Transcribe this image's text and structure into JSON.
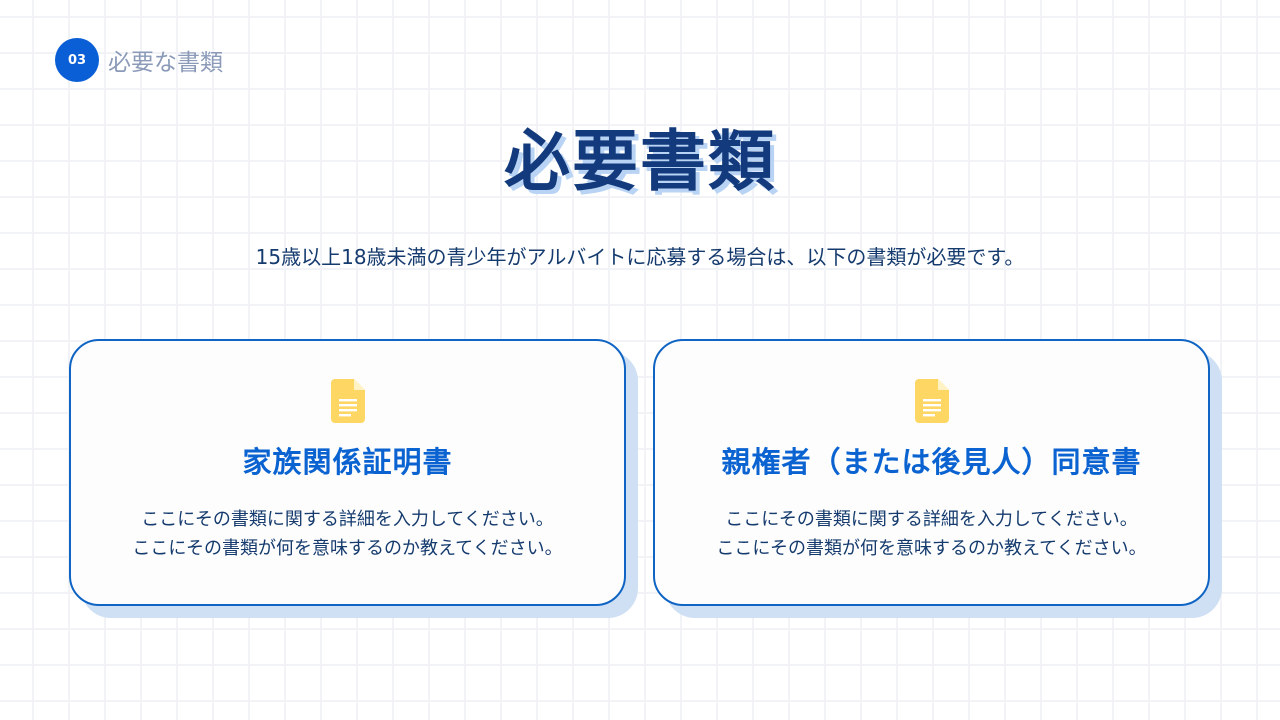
{
  "header": {
    "badge_number": "03",
    "section_label": "必要な書類"
  },
  "title": "必要書類",
  "subtitle": "15歳以上18歳未満の青少年がアルバイトに応募する場合は、以下の書類が必要です。",
  "colors": {
    "accent": "#0a5fd6",
    "title": "#123a7c",
    "title_shadow": "#b8d3f3",
    "card_border": "#1064c4",
    "card_shadow": "#cfe0f5",
    "icon": "#fdd663",
    "body_text": "#153b6e"
  },
  "cards": [
    {
      "icon": "document-icon",
      "title": "家族関係証明書",
      "body_line1": "ここにその書類に関する詳細を入力してください。",
      "body_line2": "ここにその書類が何を意味するのか教えてください。"
    },
    {
      "icon": "document-icon",
      "title": "親権者（または後見人）同意書",
      "body_line1": "ここにその書類に関する詳細を入力してください。",
      "body_line2": "ここにその書類が何を意味するのか教えてください。"
    }
  ]
}
